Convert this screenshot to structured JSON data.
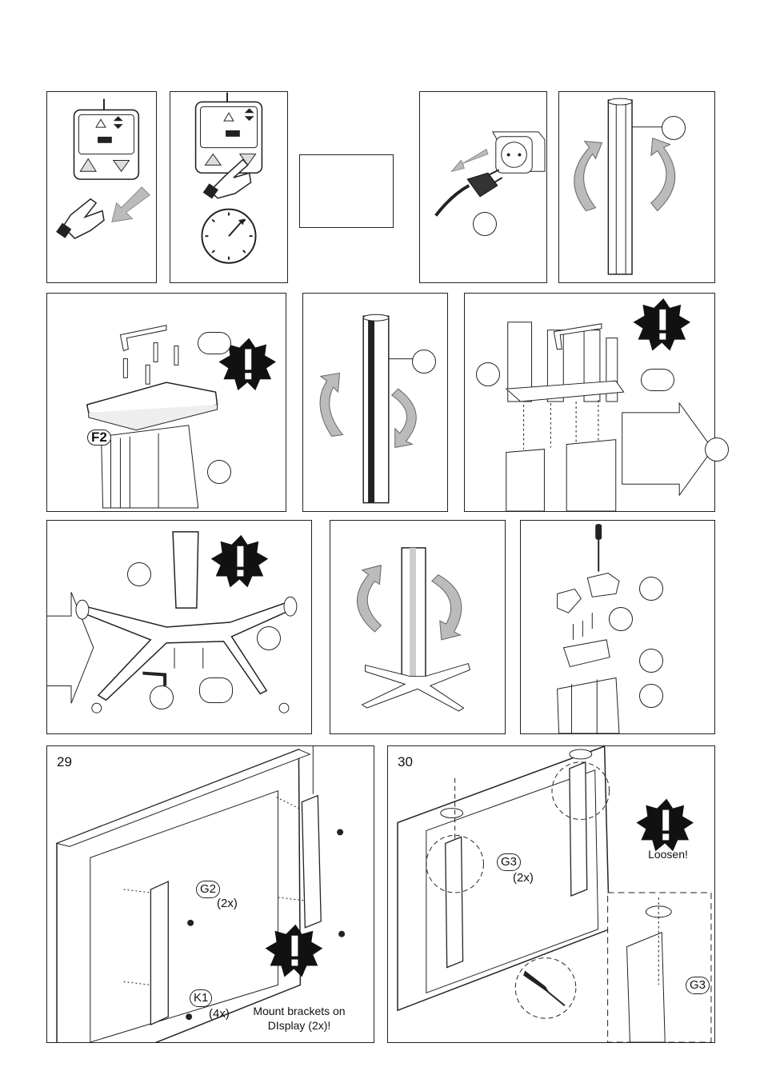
{
  "steps": [
    {
      "number": "29",
      "callout_bracket": "G2",
      "qty_bracket": "(2x)",
      "callout_screw": "K1",
      "qty_screw": "(4x)",
      "warning": "Mount brackets on DIsplay (2x)!"
    },
    {
      "number": "30",
      "callout_bracket": "G3",
      "qty_bracket": "(2x)",
      "warning": "Loosen!",
      "callout_detail": "G3"
    }
  ],
  "labels": {
    "plate_callout": "F2"
  },
  "icons": [
    "hand-press-icon",
    "arrow-icon",
    "clock-icon",
    "plug-icon",
    "rotate-arrow-icon",
    "warning-burst-icon",
    "hex-key-icon",
    "screwdriver-icon"
  ]
}
